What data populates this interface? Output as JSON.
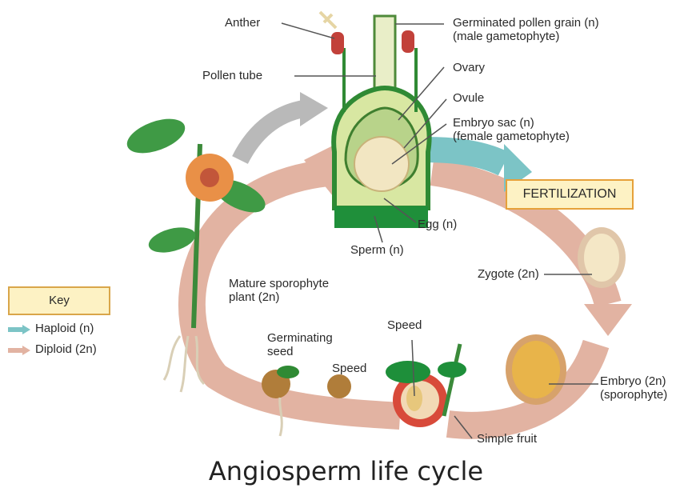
{
  "title": "Angiosperm life cycle",
  "fertilization_label": "FERTILIZATION",
  "labels": {
    "anther": "Anther",
    "germinated_pollen": "Germinated pollen grain (n)\n(male gametophyte)",
    "pollen_tube": "Pollen tube",
    "ovary": "Ovary",
    "ovule": "Ovule",
    "embryo_sac": "Embryo sac (n)\n(female gametophyte)",
    "egg": "Egg (n)",
    "sperm": "Sperm (n)",
    "zygote": "Zygote (2n)",
    "mature_sporophyte": "Mature sporophyte\nplant (2n)",
    "germinating_seed": "Germinating\nseed",
    "speed_top": "Speed",
    "speed_left": "Speed",
    "embryo": "Embryo (2n)\n(sporophyte)",
    "simple_fruit": "Simple fruit"
  },
  "key": {
    "title": "Key",
    "haploid": "Haploid (n)",
    "diploid": "Diploid (2n)",
    "colors": {
      "haploid": "#7cc4c6",
      "diploid": "#e2b3a2"
    }
  }
}
